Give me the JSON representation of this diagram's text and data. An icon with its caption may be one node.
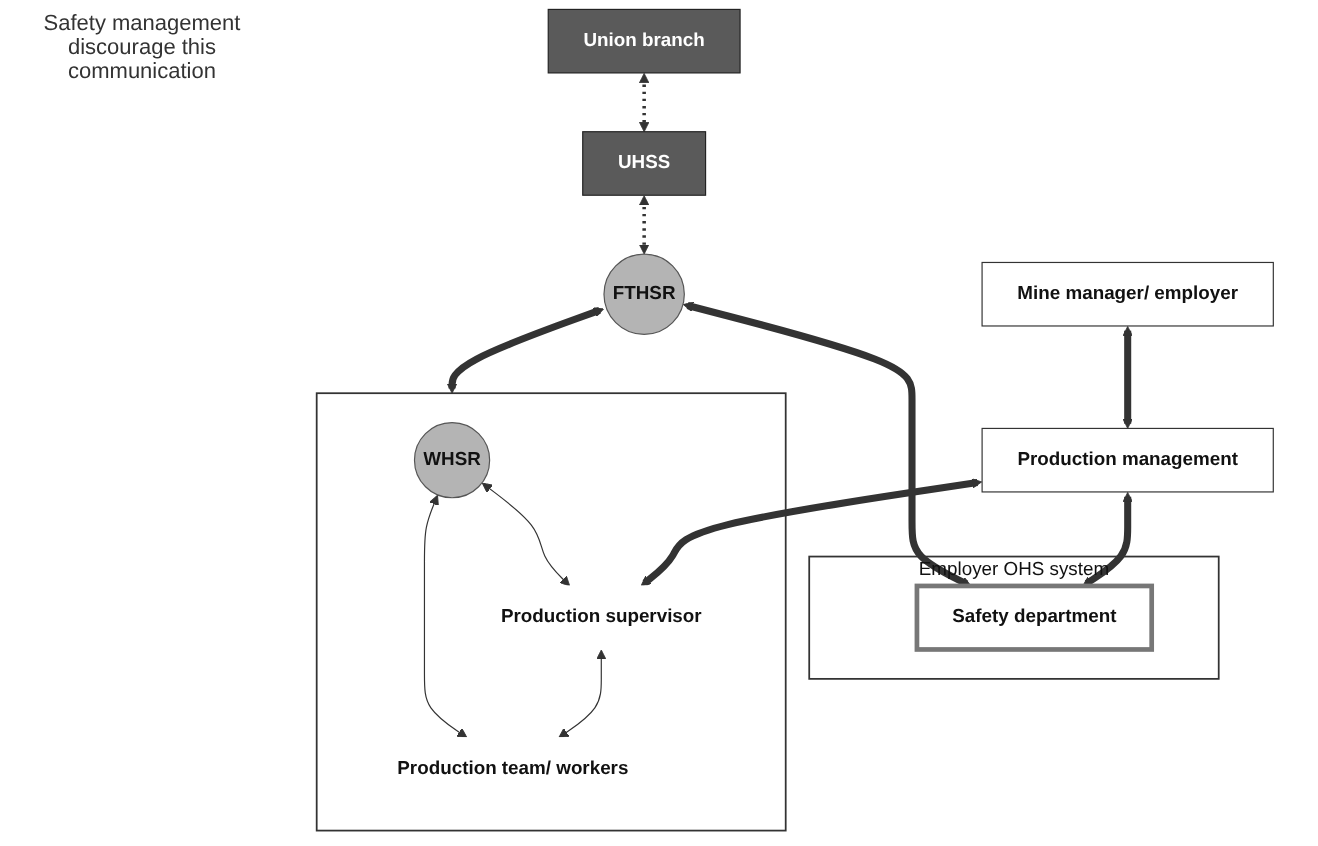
{
  "diagram": {
    "nodes": [
      {
        "text": [
          "Union branch"
        ]
      },
      {
        "text": [
          "UHSS"
        ]
      },
      {
        "text": [
          "FTHSR"
        ]
      },
      {
        "text": [
          "Employer OHS system"
        ]
      },
      {
        "text": [
          "Safety department"
        ],
        "in": 3
      },
      {
        "text": [
          "Mine manager/ employer"
        ]
      },
      {
        "text": [
          "Production management"
        ]
      },
      {
        "text": [],
        "shape": "box"
      },
      {
        "text": [
          "WHSR"
        ],
        "in": 7
      },
      {
        "text": [
          "Production supervisor"
        ],
        "in": 7
      },
      {
        "text": [
          "Production team/ workers"
        ],
        "in": 7
      }
    ],
    "edges": [
      {
        "from": 0,
        "to": 1,
        "arrow": "both",
        "style": "dashed"
      },
      {
        "from": 1,
        "to": 2,
        "arrow": "both",
        "style": "dashed"
      },
      {
        "from": 2,
        "to": 4,
        "arrow": "both",
        "style": "thick"
      },
      {
        "from": 6,
        "to": 4,
        "arrow": "both",
        "style": "thick"
      },
      {
        "from": 5,
        "to": 6,
        "arrow": "both",
        "style": "thick"
      },
      {
        "from": 2,
        "to": 7,
        "arrow": "both",
        "style": "thick"
      },
      {
        "from": 6,
        "to": 9,
        "arrow": "both",
        "style": "thick"
      },
      {
        "from": 8,
        "to": 9,
        "arrow": "both"
      },
      {
        "from": 8,
        "to": 10,
        "arrow": "both"
      },
      {
        "from": 9,
        "to": 10,
        "arrow": "both"
      }
    ],
    "labels": [
      "Safety management discourage this communication"
    ]
  }
}
